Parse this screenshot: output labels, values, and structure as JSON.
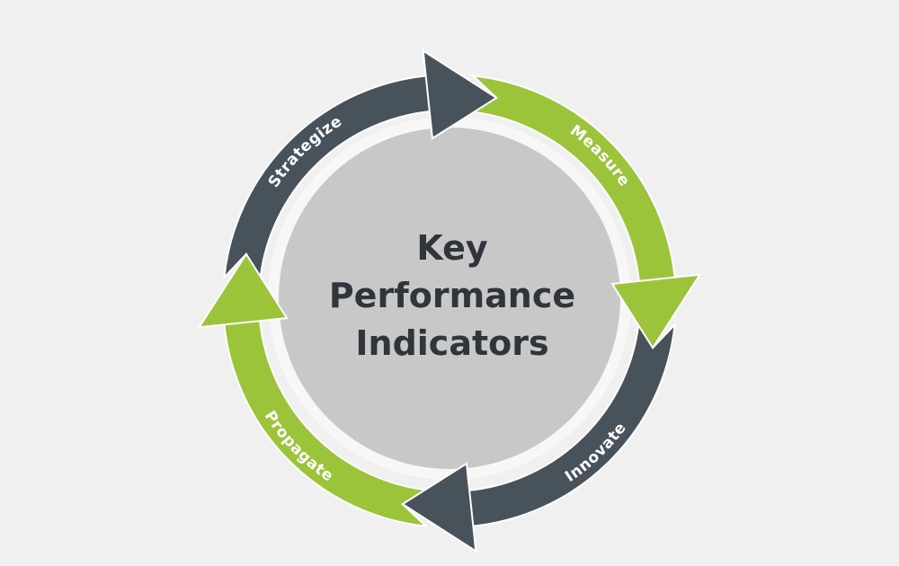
{
  "center": {
    "lines": [
      "Key",
      "Performance",
      "Indicators"
    ]
  },
  "cycle": [
    {
      "label": "Strategize",
      "color": "#48525a"
    },
    {
      "label": "Measure",
      "color": "#9cc43a"
    },
    {
      "label": "Innovate",
      "color": "#48525a"
    },
    {
      "label": "Propagate",
      "color": "#9cc43a"
    }
  ],
  "colors": {
    "background": "#f0f0f0",
    "center_fill": "#c8c8c8",
    "ring": "#ffffff",
    "title": "#2f353b"
  }
}
